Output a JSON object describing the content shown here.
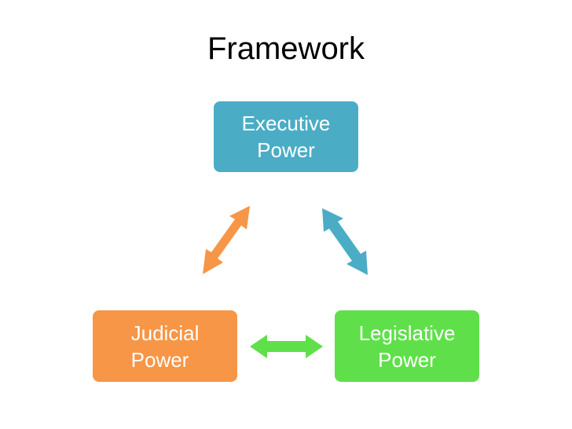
{
  "slide": {
    "title": "Framework"
  },
  "boxes": {
    "executive": {
      "label": "Executive\nPower",
      "color": "#4bacc6"
    },
    "judicial": {
      "label": "Judicial\nPower",
      "color": "#f79646"
    },
    "legislative": {
      "label": "Legislative\nPower",
      "color": "#5fe04a"
    }
  },
  "arrows": {
    "executive_judicial": {
      "color": "#f79646",
      "style": "double-headed"
    },
    "executive_legislative": {
      "color": "#4bacc6",
      "style": "double-headed"
    },
    "judicial_legislative": {
      "color": "#5fe04a",
      "style": "double-headed"
    }
  }
}
